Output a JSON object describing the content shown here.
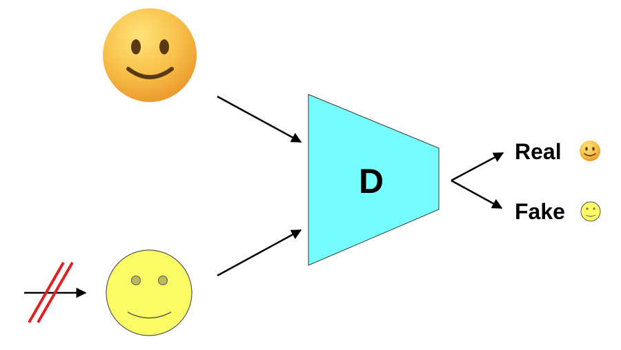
{
  "discriminator": {
    "label": "D",
    "fill_color": "#76feff"
  },
  "inputs": {
    "real_image_icon": "emoji-smiling-face-icon",
    "fake_image_icon": "cartoon-smiley-face-icon",
    "blocked_input_marker": "red-double-slash-icon"
  },
  "outputs": [
    {
      "label": "Real",
      "icon": "emoji-smiling-face-icon"
    },
    {
      "label": "Fake",
      "icon": "cartoon-smiley-face-icon"
    }
  ],
  "colors": {
    "emoji_face": "#f4b43a",
    "cartoon_face": "#fbfb66",
    "block_mark": "#e02020",
    "arrows": "#000000"
  }
}
